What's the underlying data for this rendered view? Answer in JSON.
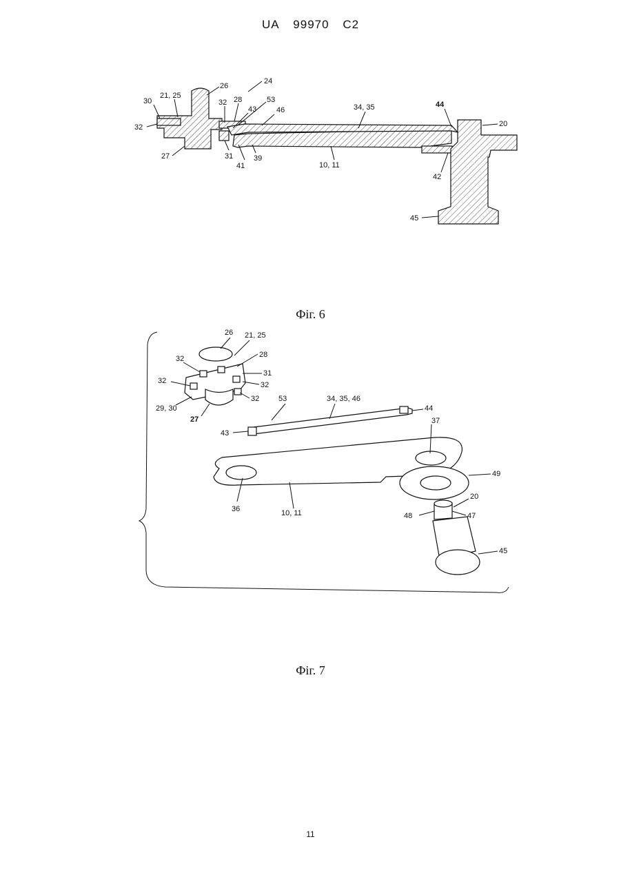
{
  "header": {
    "country": "UA",
    "number": "99970",
    "kind": "C2"
  },
  "figures": [
    {
      "caption": "Фіг. 6",
      "labels": [
        "30",
        "21, 25",
        "26",
        "24",
        "32",
        "28",
        "53",
        "43",
        "46",
        "34, 35",
        "44",
        "20",
        "32",
        "27",
        "31",
        "41",
        "39",
        "10, 11",
        "42",
        "45"
      ]
    },
    {
      "caption": "Фіг. 7",
      "labels": [
        "26",
        "21, 25",
        "32",
        "28",
        "31",
        "32",
        "32",
        "32",
        "29, 30",
        "27",
        "53",
        "34, 35, 46",
        "44",
        "43",
        "37",
        "49",
        "36",
        "10, 11",
        "20",
        "48",
        "47",
        "45"
      ]
    }
  ],
  "page_number": "11"
}
